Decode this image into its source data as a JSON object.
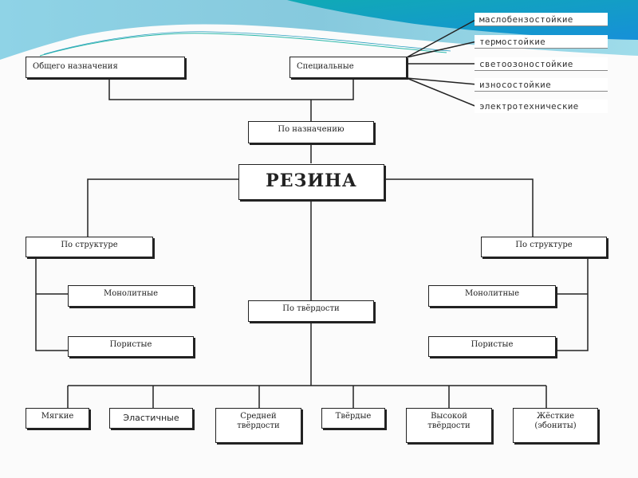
{
  "diagram": {
    "root": "РЕЗИНА",
    "by_purpose": {
      "label": "По назначению",
      "general": "Общего назначения",
      "special": "Специальные",
      "special_types": [
        "маслобензостойкие",
        "термостойкие",
        "светоозоностойкие",
        "износостойкие",
        "электротехнические"
      ]
    },
    "by_structure_left": {
      "label": "По структуре",
      "items": [
        "Монолитные",
        "Пористые"
      ]
    },
    "by_structure_right": {
      "label": "По структуре",
      "items": [
        "Монолитные",
        "Пористые"
      ]
    },
    "by_hardness": {
      "label": "По твёрдости",
      "items": [
        "Мягкие",
        "Эластичные",
        "Средней\nтвёрдости",
        "Твёрдые",
        "Высокой\nтвёрдости",
        "Жёсткие\n(эбониты)"
      ]
    }
  },
  "colors": {
    "accent_teal": "#14a8b8",
    "accent_blue": "#1a8fd6",
    "accent_light": "#8fd3e6",
    "line": "#222222"
  }
}
